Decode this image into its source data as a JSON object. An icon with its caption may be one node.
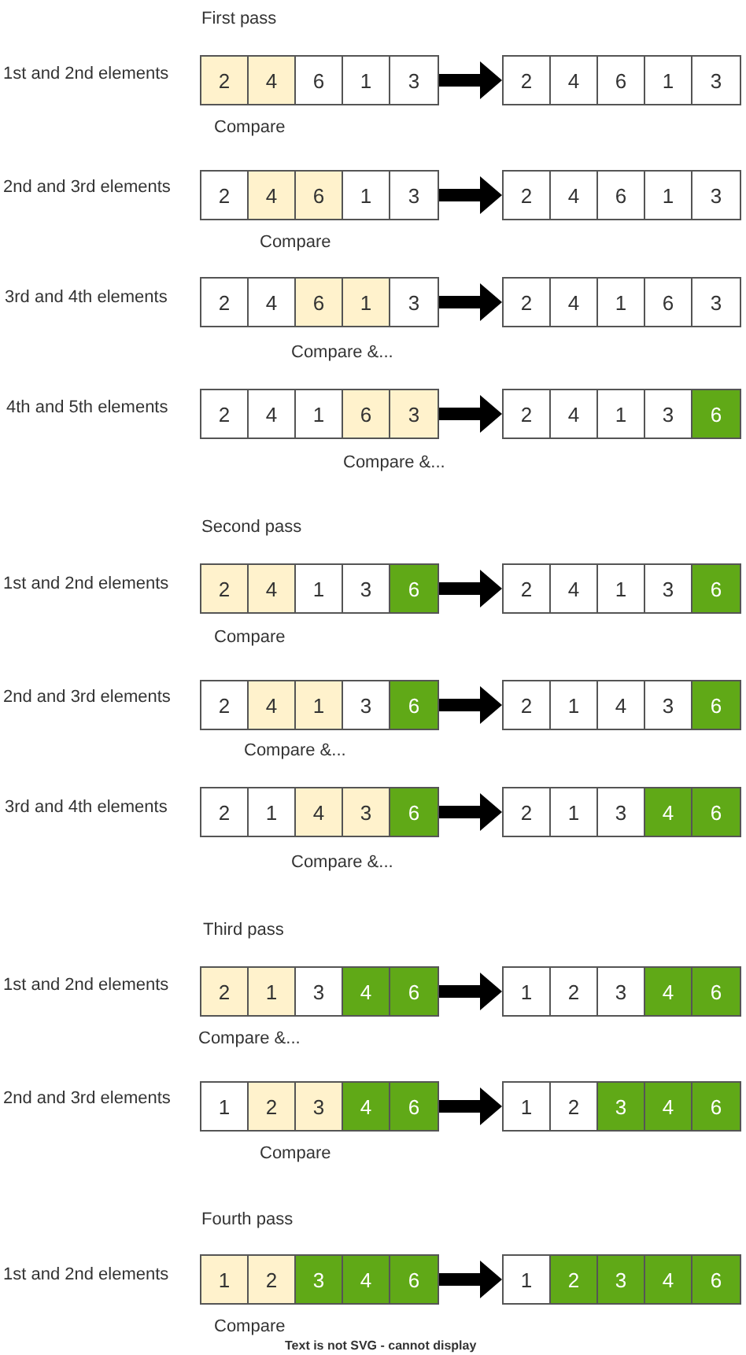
{
  "diagram": {
    "nodes": [
      {
        "text": [],
        "shape": "box"
      },
      {
        "text": [
          "2"
        ],
        "in": 0
      },
      {
        "text": [
          "4"
        ],
        "in": 0
      },
      {
        "text": [
          "6"
        ],
        "in": 0
      },
      {
        "text": [
          "1"
        ],
        "in": 0
      },
      {
        "text": [
          "3"
        ],
        "in": 0
      },
      {
        "text": [],
        "shape": "box"
      },
      {
        "text": [
          "2"
        ],
        "in": 6
      },
      {
        "text": [
          "4"
        ],
        "in": 6
      },
      {
        "text": [
          "6"
        ],
        "in": 6
      },
      {
        "text": [
          "1"
        ],
        "in": 6
      },
      {
        "text": [
          "3"
        ],
        "in": 6
      },
      {
        "text": [],
        "shape": "box"
      },
      {
        "text": [
          "2"
        ],
        "in": 12
      },
      {
        "text": [
          "4"
        ],
        "in": 12
      },
      {
        "text": [
          "6"
        ],
        "in": 12
      },
      {
        "text": [
          "1"
        ],
        "in": 12
      },
      {
        "text": [
          "3"
        ],
        "in": 12
      },
      {
        "text": [],
        "shape": "box"
      },
      {
        "text": [
          "2"
        ],
        "in": 18
      },
      {
        "text": [
          "4"
        ],
        "in": 18
      },
      {
        "text": [
          "6"
        ],
        "in": 18
      },
      {
        "text": [
          "1"
        ],
        "in": 18
      },
      {
        "text": [
          "3"
        ],
        "in": 18
      },
      {
        "text": [],
        "shape": "box"
      },
      {
        "text": [
          "2"
        ],
        "in": 24
      },
      {
        "text": [
          "4"
        ],
        "in": 24
      },
      {
        "text": [
          "6"
        ],
        "in": 24
      },
      {
        "text": [
          "1"
        ],
        "in": 24
      },
      {
        "text": [
          "3"
        ],
        "in": 24
      },
      {
        "text": [],
        "shape": "box"
      },
      {
        "text": [
          "2"
        ],
        "in": 30
      },
      {
        "text": [
          "4"
        ],
        "in": 30
      },
      {
        "text": [
          "1"
        ],
        "in": 30
      },
      {
        "text": [
          "6"
        ],
        "in": 30
      },
      {
        "text": [
          "3"
        ],
        "in": 30
      },
      {
        "text": [],
        "shape": "box"
      },
      {
        "text": [
          "2"
        ],
        "in": 36
      },
      {
        "text": [
          "4"
        ],
        "in": 36
      },
      {
        "text": [
          "1"
        ],
        "in": 36
      },
      {
        "text": [
          "6"
        ],
        "in": 36
      },
      {
        "text": [
          "3"
        ],
        "in": 36
      },
      {
        "text": [],
        "shape": "box"
      },
      {
        "text": [
          "2"
        ],
        "in": 42
      },
      {
        "text": [
          "4"
        ],
        "in": 42
      },
      {
        "text": [
          "1"
        ],
        "in": 42
      },
      {
        "text": [
          "3"
        ],
        "in": 42
      },
      {
        "text": [
          "6"
        ],
        "in": 42
      },
      {
        "text": [],
        "shape": "box"
      },
      {
        "text": [
          "2"
        ],
        "in": 48
      },
      {
        "text": [
          "4"
        ],
        "in": 48
      },
      {
        "text": [
          "1"
        ],
        "in": 48
      },
      {
        "text": [
          "3"
        ],
        "in": 48
      },
      {
        "text": [
          "6"
        ],
        "in": 48
      },
      {
        "text": [],
        "shape": "box"
      },
      {
        "text": [
          "2"
        ],
        "in": 54
      },
      {
        "text": [
          "4"
        ],
        "in": 54
      },
      {
        "text": [
          "1"
        ],
        "in": 54
      },
      {
        "text": [
          "3"
        ],
        "in": 54
      },
      {
        "text": [
          "6"
        ],
        "in": 54
      },
      {
        "text": [],
        "shape": "box"
      },
      {
        "text": [
          "2"
        ],
        "in": 60
      },
      {
        "text": [
          "4"
        ],
        "in": 60
      },
      {
        "text": [
          "1"
        ],
        "in": 60
      },
      {
        "text": [
          "3"
        ],
        "in": 60
      },
      {
        "text": [
          "6"
        ],
        "in": 60
      },
      {
        "text": [],
        "shape": "box"
      },
      {
        "text": [
          "2"
        ],
        "in": 66
      },
      {
        "text": [
          "1"
        ],
        "in": 66
      },
      {
        "text": [
          "4"
        ],
        "in": 66
      },
      {
        "text": [
          "3"
        ],
        "in": 66
      },
      {
        "text": [
          "6"
        ],
        "in": 66
      },
      {
        "text": [],
        "shape": "box"
      },
      {
        "text": [
          "2"
        ],
        "in": 72
      },
      {
        "text": [
          "1"
        ],
        "in": 72
      },
      {
        "text": [
          "4"
        ],
        "in": 72
      },
      {
        "text": [
          "3"
        ],
        "in": 72
      },
      {
        "text": [
          "6"
        ],
        "in": 72
      },
      {
        "text": [],
        "shape": "box"
      },
      {
        "text": [
          "2"
        ],
        "in": 78
      },
      {
        "text": [
          "1"
        ],
        "in": 78
      },
      {
        "text": [
          "3"
        ],
        "in": 78
      },
      {
        "text": [
          "4"
        ],
        "in": 78
      },
      {
        "text": [
          "6"
        ],
        "in": 78
      },
      {
        "text": [],
        "shape": "box"
      },
      {
        "text": [
          "2"
        ],
        "in": 84
      },
      {
        "text": [
          "1"
        ],
        "in": 84
      },
      {
        "text": [
          "3"
        ],
        "in": 84
      },
      {
        "text": [
          "4"
        ],
        "in": 84
      },
      {
        "text": [
          "6"
        ],
        "in": 84
      },
      {
        "text": [],
        "shape": "box"
      },
      {
        "text": [
          "1"
        ],
        "in": 90
      },
      {
        "text": [
          "2"
        ],
        "in": 90
      },
      {
        "text": [
          "3"
        ],
        "in": 90
      },
      {
        "text": [
          "4"
        ],
        "in": 90
      },
      {
        "text": [
          "6"
        ],
        "in": 90
      },
      {
        "text": [],
        "shape": "box"
      },
      {
        "text": [
          "1"
        ],
        "in": 96
      },
      {
        "text": [
          "2"
        ],
        "in": 96
      },
      {
        "text": [
          "3"
        ],
        "in": 96
      },
      {
        "text": [
          "4"
        ],
        "in": 96
      },
      {
        "text": [
          "6"
        ],
        "in": 96
      },
      {
        "text": [],
        "shape": "box"
      },
      {
        "text": [
          "1"
        ],
        "in": 102
      },
      {
        "text": [
          "2"
        ],
        "in": 102
      },
      {
        "text": [
          "3"
        ],
        "in": 102
      },
      {
        "text": [
          "4"
        ],
        "in": 102
      },
      {
        "text": [
          "6"
        ],
        "in": 102
      },
      {
        "text": [],
        "shape": "box"
      },
      {
        "text": [
          "1"
        ],
        "in": 108
      },
      {
        "text": [
          "2"
        ],
        "in": 108
      },
      {
        "text": [
          "3"
        ],
        "in": 108
      },
      {
        "text": [
          "4"
        ],
        "in": 108
      },
      {
        "text": [
          "6"
        ],
        "in": 108
      },
      {
        "text": [],
        "shape": "box"
      },
      {
        "text": [
          "1"
        ],
        "in": 114
      },
      {
        "text": [
          "2"
        ],
        "in": 114
      },
      {
        "text": [
          "3"
        ],
        "in": 114
      },
      {
        "text": [
          "4"
        ],
        "in": 114
      },
      {
        "text": [
          "6"
        ],
        "in": 114
      }
    ],
    "edges": [
      {
        "from": 0,
        "to": 6,
        "arrow": "to"
      },
      {
        "from": 12,
        "to": 18,
        "arrow": "to"
      },
      {
        "from": 24,
        "to": 30,
        "arrow": "to"
      },
      {
        "from": 36,
        "to": 42,
        "arrow": "to"
      },
      {
        "from": 48,
        "to": 54,
        "arrow": "to"
      },
      {
        "from": 60,
        "to": 66,
        "arrow": "to"
      },
      {
        "from": 72,
        "to": 78,
        "arrow": "to"
      },
      {
        "from": 84,
        "to": 90,
        "arrow": "to"
      },
      {
        "from": 96,
        "to": 102,
        "arrow": "to"
      },
      {
        "from": 108,
        "to": 114,
        "arrow": "to"
      }
    ],
    "labels": [
      "First pass",
      "1st and 2nd elements",
      "Compare",
      "2nd and 3rd elements",
      "Compare",
      "3rd and 4th elements",
      "Compare &...",
      "4th and 5th elements",
      "Compare &...",
      "Second pass",
      "1st and 2nd elements",
      "Compare",
      "2nd and 3rd elements",
      "Compare &...",
      "3rd and 4th elements",
      "Compare &...",
      "Third pass",
      "1st and 2nd elements",
      "Compare &...",
      "2nd and 3rd elements",
      "Compare",
      "Fourth pass",
      "1st and 2nd elements",
      "Compare",
      "Text is not SVG - cannot display"
    ]
  }
}
